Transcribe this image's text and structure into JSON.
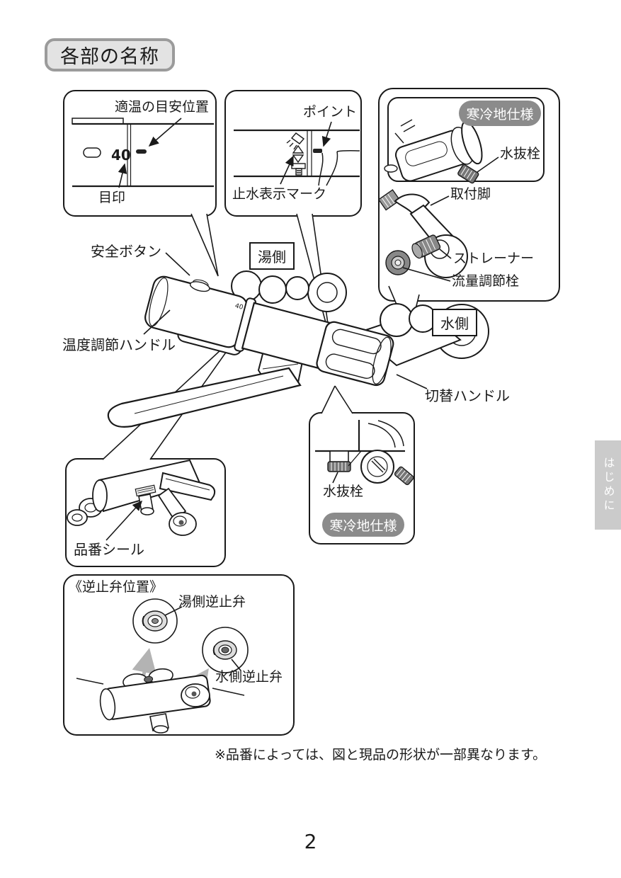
{
  "page": {
    "title": "各部の名称",
    "note": "※品番によっては、図と現品の形状が一部異なります。",
    "page_number": "2",
    "side_tab": "はじめに"
  },
  "labels": {
    "temp_guide": "適温の目安位置",
    "temp_value": "40",
    "mark": "目印",
    "point": "ポイント",
    "stop_mark": "止水表示マーク",
    "cold_badge": "寒冷地仕様",
    "drain_plug": "水抜栓",
    "mount_leg": "取付脚",
    "strainer": "ストレーナー",
    "flow_valve": "流量調節栓",
    "hot_side": "湯側",
    "cold_side": "水側",
    "safety_button": "安全ボタン",
    "temp_handle": "温度調節ハンドル",
    "switch_handle": "切替ハンドル",
    "product_seal": "品番シール",
    "check_valve_title": "《逆止弁位置》",
    "hot_check_valve": "湯側逆止弁",
    "cold_check_valve": "水側逆止弁"
  },
  "colors": {
    "line": "#1a1a1a",
    "badge_gray": "#8b8b8b",
    "tab_gray": "#cbcbcb",
    "header_fill": "#e3e3e3",
    "header_border": "#9b9b9b",
    "arrow_gray": "#b3b3b3",
    "dark_part": "#777777"
  }
}
